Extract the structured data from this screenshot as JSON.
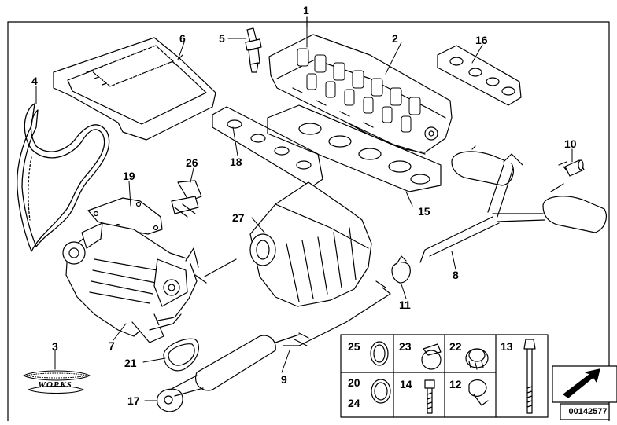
{
  "diagram": {
    "id": "00142577",
    "logo_text": "WORKS",
    "callouts": [
      "1",
      "2",
      "3",
      "4",
      "5",
      "6",
      "7",
      "8",
      "9",
      "10",
      "11",
      "15",
      "16",
      "17",
      "18",
      "19",
      "21",
      "26",
      "27"
    ],
    "legend_items": [
      "25",
      "23",
      "22",
      "13",
      "20",
      "24",
      "14",
      "12"
    ]
  }
}
